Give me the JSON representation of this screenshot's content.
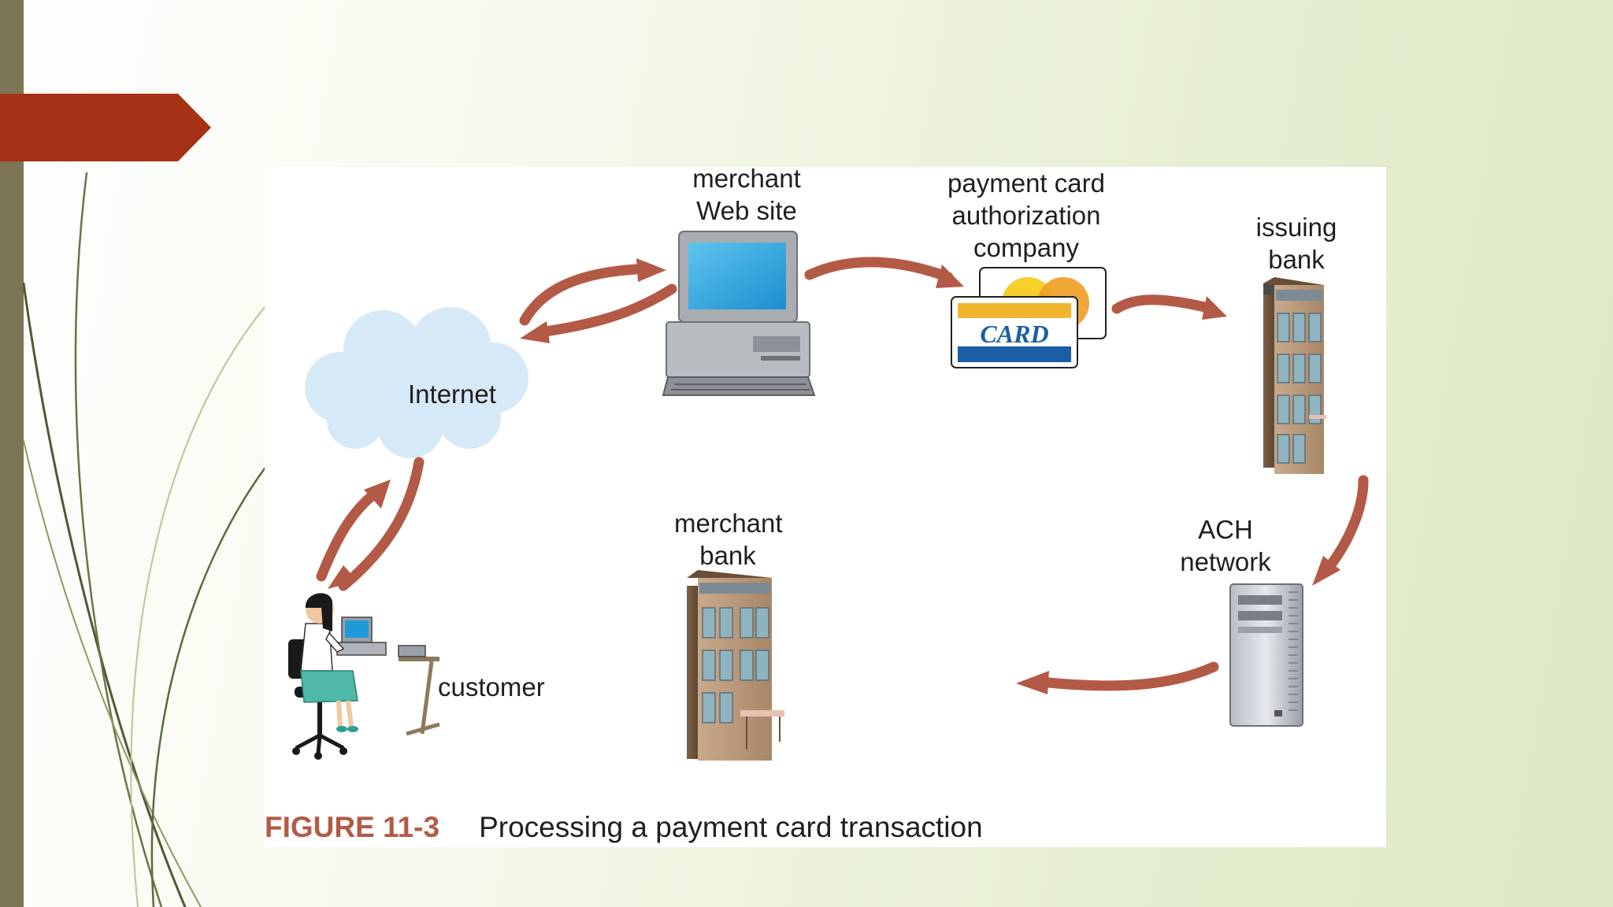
{
  "slide": {
    "colors": {
      "sidebar": "#7b7554",
      "title_marker": "#a63116",
      "arrow": "#b35a46"
    }
  },
  "diagram": {
    "nodes": {
      "internet": {
        "label": "Internet",
        "icon": "cloud-icon"
      },
      "merchant_site": {
        "label_line1": "merchant",
        "label_line2": "Web site",
        "icon": "desktop-computer-icon"
      },
      "card_company": {
        "label_line1": "payment card",
        "label_line2": "authorization",
        "label_line3": "company",
        "icon": "payment-card-icon",
        "card_text": "CARD"
      },
      "issuing_bank": {
        "label_line1": "issuing",
        "label_line2": "bank",
        "icon": "bank-building-icon"
      },
      "ach": {
        "label_line1": "ACH",
        "label_line2": "network",
        "icon": "server-tower-icon"
      },
      "merchant_bank": {
        "label_line1": "merchant",
        "label_line2": "bank",
        "icon": "bank-building-icon"
      },
      "customer": {
        "label": "customer",
        "icon": "person-at-computer-icon"
      }
    },
    "edges": [
      {
        "from": "customer",
        "to": "internet"
      },
      {
        "from": "internet",
        "to": "customer"
      },
      {
        "from": "internet",
        "to": "merchant_site"
      },
      {
        "from": "merchant_site",
        "to": "internet"
      },
      {
        "from": "merchant_site",
        "to": "card_company"
      },
      {
        "from": "card_company",
        "to": "issuing_bank"
      },
      {
        "from": "issuing_bank",
        "to": "ach"
      },
      {
        "from": "ach",
        "to": "merchant_bank"
      }
    ]
  },
  "caption": {
    "number": "FIGURE 11-3",
    "text": "Processing a payment card transaction"
  }
}
